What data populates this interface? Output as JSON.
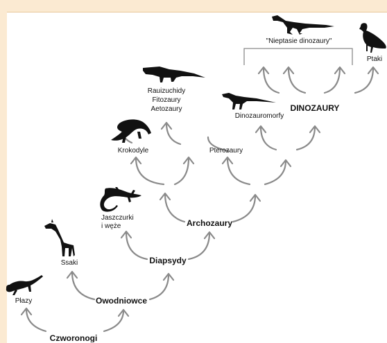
{
  "nodes": {
    "czworonogi": "Czworonogi",
    "plazy": "Płazy",
    "owodniowce": "Owodniowce",
    "ssaki": "Ssaki",
    "diapsydy": "Diapsydy",
    "jaszczurki_line1": "Jaszczurki",
    "jaszczurki_line2": "i węże",
    "archozaury": "Archozaury",
    "krokodyle": "Krokodyle",
    "rauizuchidy_line1": "Rauizuchidy",
    "rauizuchidy_line2": "Fitozaury",
    "rauizuchidy_line3": "Aetozaury",
    "pterozaury": "Pterozaury",
    "dinozauromorfy": "Dinozauromorfy",
    "dinozaury": "DINOZAURY",
    "nieptasie": "\"Nieptasie dinozaury\"",
    "ptaki": "Ptaki"
  },
  "icons": [
    "salamander-icon",
    "giraffe-icon",
    "lizard-icon",
    "crocodile-icon",
    "rauisuchid-icon",
    "dinosauromorph-icon",
    "theropod-icon",
    "bird-icon"
  ],
  "colors": {
    "background": "#fbead2",
    "panel": "#ffffff",
    "arrow": "#8a8a8a",
    "text": "#111111"
  }
}
